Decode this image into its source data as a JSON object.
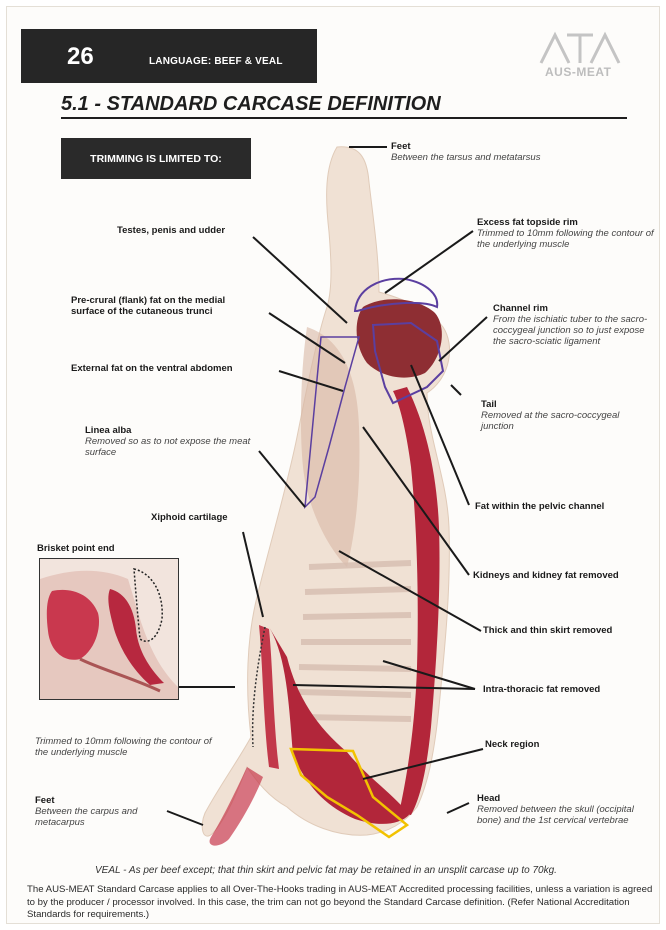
{
  "header": {
    "page_number": "26",
    "section": "LANGUAGE: BEEF & VEAL",
    "logo_text": "AUS-MEAT"
  },
  "title": "5.1 - STANDARD CARCASE DEFINITION",
  "trim_box": "TRIMMING IS LIMITED TO:",
  "labels": {
    "feet_top": {
      "title": "Feet",
      "desc": "Between the tarsus and metatarsus"
    },
    "testes": {
      "title": "Testes, penis and udder"
    },
    "excess_fat": {
      "title": "Excess fat topside rim",
      "desc": "Trimmed to 10mm following the contour of the underlying muscle"
    },
    "precrural": {
      "title": "Pre-crural (flank) fat on the medial surface of the cutaneous trunci"
    },
    "channel_rim": {
      "title": "Channel rim",
      "desc": "From the ischiatic tuber to the sacro-coccygeal junction so to just expose the sacro-sciatic ligament"
    },
    "external_fat": {
      "title": "External fat on the ventral abdomen"
    },
    "tail": {
      "title": "Tail",
      "desc": "Removed at the sacro-coccygeal junction"
    },
    "linea_alba": {
      "title": "Linea alba",
      "desc": "Removed so as to not expose the meat surface"
    },
    "pelvic": {
      "title": "Fat within the pelvic channel"
    },
    "xiphoid": {
      "title": "Xiphoid cartilage"
    },
    "kidneys": {
      "title": "Kidneys and kidney fat removed"
    },
    "skirt": {
      "title": "Thick and thin skirt removed"
    },
    "intra_thoracic": {
      "title": "Intra-thoracic fat removed"
    },
    "neck": {
      "title": "Neck region"
    },
    "head": {
      "title": "Head",
      "desc": "Removed between the skull (occipital bone) and the 1st cervical vertebrae"
    },
    "feet_bottom": {
      "title": "Feet",
      "desc": "Between the carpus and metacarpus"
    }
  },
  "inset": {
    "title": "Brisket point end",
    "caption": "Trimmed to 10mm following the contour of the underlying muscle"
  },
  "veal_note": "VEAL - As per beef except; that thin skirt and pelvic fat may be retained in an unsplit carcase up to 70kg.",
  "footer": "The AUS-MEAT Standard Carcase applies to all Over-The-Hooks trading in AUS-MEAT Accredited processing facilities, unless a variation is agreed to by the producer / processor involved. In this case, the trim can not go beyond the Standard Carcase definition. (Refer National Accreditation Standards for requirements.)",
  "colors": {
    "fat": "#f1e3d6",
    "meat": "#b2263a",
    "outline_blue": "#5b3fa0",
    "outline_yellow": "#f2c200"
  }
}
